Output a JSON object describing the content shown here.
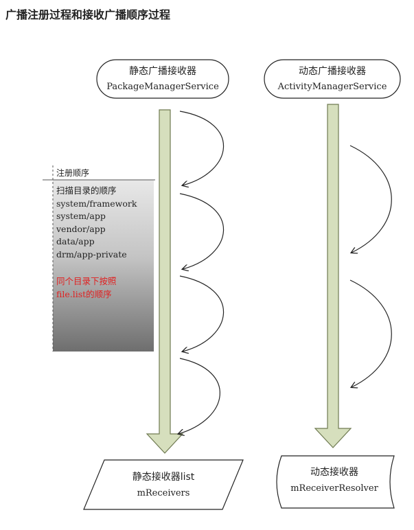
{
  "page": {
    "title": "广播注册过程和接收广播顺序过程"
  },
  "static_service": {
    "line1": "静态广播接收器",
    "line2": "PackageManagerService"
  },
  "dynamic_service": {
    "line1": "动态广播接收器",
    "line2": "ActivityManagerService"
  },
  "scan_note": {
    "header": "注册顺序",
    "lines": [
      "扫描目录的顺序",
      "system/framework",
      "system/app",
      "vendor/app",
      "data/app",
      "drm/app-private"
    ],
    "highlight_lines": [
      "同个目录下按照",
      "file.list的顺序"
    ],
    "highlight_color": "#e02020"
  },
  "static_target": {
    "line1": "静态接收器list",
    "line2": "mReceivers"
  },
  "dynamic_target": {
    "line1": "动态接收器",
    "line2": "mReceiverResolver"
  },
  "colors": {
    "arrow_fill": "#d6dfbd",
    "arrow_stroke": "#6f7a52",
    "ink": "#222222"
  }
}
